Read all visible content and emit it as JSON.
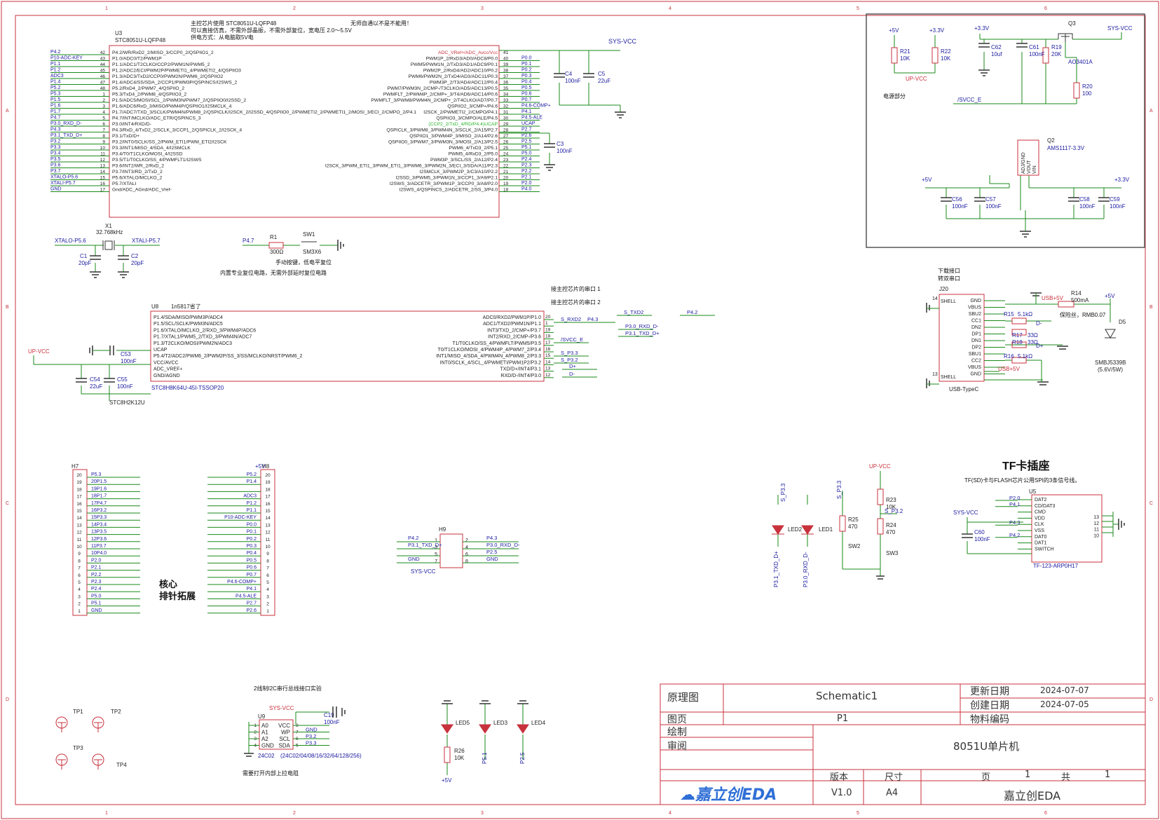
{
  "frame": {
    "col_labels": [
      "1",
      "2",
      "3",
      "4",
      "5",
      "6"
    ],
    "row_labels": [
      "A",
      "B",
      "C",
      "D"
    ]
  },
  "mcu": {
    "ref": "U3",
    "part": "STC8051U-LQFP48",
    "note_lines": [
      "主控芯片使用 STC8051U-LQFP48",
      "可以直接仿真，不需外部晶振，不需外部复位，宽电压 2.0～5.5V",
      "供电方式：从电脑取5V电"
    ],
    "note_warn": "无师自通以不是不能用！",
    "left_nets": [
      "P4.2",
      "P10-ADC-KEY",
      "P1.1",
      "P1.2",
      "ADC3",
      "P1.4",
      "P5.2",
      "P5.3",
      "P1.5",
      "P1.6",
      "P1.7",
      "P4.7",
      "P3.0_RXD_D-",
      "P4.3",
      "P3.1_TXD_D+",
      "P3.2",
      "P3.3",
      "P3.4",
      "P3.5",
      "P3.6",
      "P3.7",
      "XTALO-P5.6",
      "XTALI-P5.7",
      "GND"
    ],
    "left_pins": [
      "42",
      "43",
      "44",
      "45",
      "46",
      "47",
      "48",
      "1",
      "2",
      "3",
      "4",
      "5",
      "6",
      "7",
      "8",
      "9",
      "10",
      "11",
      "12",
      "13",
      "14",
      "15",
      "16",
      "17"
    ],
    "left_funcs": [
      "P4.2/WR/RxD2_2/MISO_3/CCP0_2/QSPIIO1_2",
      "P1.0/ADC0/T2/PWM1P",
      "P1.1/ADC1/T2CLKO/CCP2/PWM1N/PWM5_2",
      "P1.2/ADC2/ECI/PWM2P/PWMETI1_4/PWMETI2_4/QSPIIO3",
      "P1.3/ADC3/TxD2/CCP0/PWM2N/PWM6_2/QSPIIO2",
      "P1.4/ADC4/SS/SDA_2/CCP1/PWM3P/QSPINCS/I2SWS_2",
      "P5.2/RxD4_2/PWM7_4/QSPIIO_2",
      "P5.3/TxD4_2/PWM8_4/QSPIIO3_2",
      "P1.5/ADC5/MOSI/SCL_2/PWM3N/PWM7_2/QSPIIO0/I2SSD_2",
      "P1.6/ADC6/RxD_3/MISO/PWM4P/QSPIIO1/I2SMCLK_4",
      "P1.7/ADC7/TXD_3/SCLK/PWM4N/PWM8_2/QSPICLK/I2SCK_2/I2SSD_4/QSPIIO0_2/PWMETI2_2/PWMETI1_2/MOSI_3/ECI_2/CMPO_2/P4.1",
      "P4.7/INT/MCLKO/ADC_ETR/QSPINCS_3",
      "P3.0/INT4/RXD/D-",
      "P4.3/RxD_4/TxD2_2/SCLK_3/CCP1_2/QSPICLK_2/I2SCK_4",
      "P3.1/TxD/D+",
      "P3.2/INT0/SCLK/SS_2/PWM_ETI1/PWM_ETI2/I2SCK",
      "P3.3/INT1/MISO_4/SDA_4/I2SMCLK",
      "P3.4/T0/T1CLKO/MOSI_4/I2SSD",
      "P3.5/T1/T0CLKO/SS_4/PWMFLT1/I2SWS",
      "P3.6/INT2/WR_2/RxD_2",
      "P3.7/INT3/RD_2/TxD_2",
      "P5.6/XTALO/MCLKO_2",
      "P5.7/XTALI",
      "Gnd/ADC_AGnd/ADC_Vref-"
    ],
    "right_pins": [
      "41",
      "40",
      "39",
      "38",
      "37",
      "36",
      "35",
      "34",
      "33",
      "32",
      "31",
      "30",
      "29",
      "28",
      "27",
      "26",
      "25",
      "24",
      "23",
      "22",
      "21",
      "20",
      "19",
      "18"
    ],
    "right_nets": [
      "",
      "P0.0",
      "P0.1",
      "P0.2",
      "P0.3",
      "P0.4",
      "P0.5",
      "P0.6",
      "P0.7",
      "P4.6-COMP+",
      "P4.1",
      "P4.5-ALE",
      "UCAP",
      "P2.7",
      "P2.6",
      "P2.5",
      "P5.1",
      "P5.0",
      "P2.4",
      "P2.3",
      "P2.2",
      "P2.1",
      "P2.0",
      "P4.0"
    ],
    "right_funcs": [
      "ADC_VRef+/ADC_Avcc/Vcc",
      "PWM1P_2/RxD3/AD0/ADC8/P0.0",
      "PWM5/PWM1N_2/TxD3/AD1/ADC9/P0.1",
      "PWM2P_2/RxD4/AD2/ADC10/P0.2",
      "PWM6/PWM2N_2/TxD4/AD3/ADC11/P0.3",
      "PWM3P_2/T3/AD4/ADC12/P0.4",
      "PWM7/PWM3N_2/CMP-/T3CLKO/AD5/ADC13/P0.5",
      "PWMFLT_2/PWM4P_2/CMP+_3/T4/AD6/ADC14/P0.6",
      "PWMFLT_3/PWM8/PWM4N_2/CMP+_2/T4CLKO/AD7/P0.7",
      "QSPIIO2_3/CMP+/P4.6",
      "I2SCK_2/PWMETI2_2/CMPO/P4.1",
      "QSPIIO3_3/CMPO/ALE/P4.5",
      "(CCP2_2/TxD_4/RD/P4.4)UCAP",
      "QSPICLK_3/PWM8_3/PWM4N_3/SCLK_2/A15/P2.7",
      "QSPIIO1_3/PWM4P_3/MISO_2/A14/P2.6",
      "QSPIIO0_3/PWM7_3/PWM3N_3/MOSI_2/A13/P2.5",
      "PWM6_4/TxD3_2/P5.1",
      "PWM5_4/RxD3_2/P5.0",
      "PWM3P_3/SCL/SS_2/A12/P2.4",
      "I2SCK_3/PWM_ETI1_3/PWM_ETI1_3/PWM6_3/PWM2N_3/ECI_3/SDA/A11/P2.3",
      "I2SMCLK_3/PWM2P_3/C3/A10/P2.2",
      "I2SSD_3/PWM5_3/PWM1N_3/CCP1_3/A9/P2.1",
      "I2SWS_3/ADCETR_3/PWM1P_3/CCP0_3/A8/P2.0",
      "I2SWS_4/QSPINCS_2/ADCETR_2/SS_3/P4.0"
    ],
    "sysvcc": "SYS-VCC",
    "c4": [
      "C4",
      "100nF"
    ],
    "c5": [
      "C5",
      "22uF"
    ],
    "c3": [
      "C3",
      "100nF"
    ]
  },
  "crystal": {
    "ref": "X1",
    "val": "32.768kHz",
    "left": "XTALO-P5.6",
    "right": "XTALI-P5.7",
    "c1": [
      "C1",
      "20pF"
    ],
    "c2": [
      "C2",
      "20pF"
    ]
  },
  "reset": {
    "net": "P4.7",
    "r": [
      "R1",
      "300Ω"
    ],
    "sw": [
      "SW1",
      "SM3X6"
    ],
    "note1": "手动按键，低电平复位",
    "note2": "内置专业复位电路，无需外部延时复位电路"
  },
  "usb_mcu": {
    "ref": "U8",
    "part": "STC8H8K64U-45I-TSSOP20",
    "label": "STC8H2K12U",
    "note": "1n5817省了",
    "left_funcs": [
      "P1.4/SDA/MISO/PWM3P/ADC4",
      "P1.5/SCL/SCLK/PWM3N/ADC5",
      "P1.6/XTALO/MCLKO_2/RXD_3/PWM4P/ADC6",
      "P1.7/XTAL1/PWM5_2/TXD_3/PWM4N/ADC7",
      "P1.3/T2CLKO/MOSI/PWM2N/ADC3",
      "UCAP",
      "P5.4/T2/ADC2/PWM6_2/PWM2P/SS_3/SS/MCLKO/NRST/PWM6_2",
      "VCC/AVCC",
      "ADC_VREF+",
      "GND/AGND"
    ],
    "right_funcs": [
      "ADC0/RXD2/PWM1P/P1.0",
      "ADC1/TXD2/PWM1N/P1.1",
      "INT3/TXD_2/CMP+/P3.7",
      "INT2/RXD_2/CMP-/P3.6",
      "T1/T0CLKO/SS_4/PWMFLT/PWM5/P3.5",
      "T0/T1CLKO/MOSI_4/PWM4P_4/PWM7_2/P3.4",
      "INT1/MISO_4/SDA_4/PWM4N_4/PWM8_2/P3.3",
      "INT0/SCLK_4/SCL_4/PWMETI/PWM1P2/P3.2",
      "TXD/D+/INT4/P3.1",
      "RXD/D-/INT4/P3.0"
    ],
    "right_pins": [
      "20",
      "1",
      "19",
      "18",
      "17",
      "16",
      "15",
      "14",
      "13",
      "12",
      "11"
    ],
    "nets_right": [
      "S_RXD2",
      "P4.3",
      "S_TXD2",
      "P4.2",
      "P3.0_RXD_D-",
      "P3.1_TXD_D+",
      "/SVCC_E",
      "S_P3.3",
      "S_P3.2",
      "D+",
      "D-"
    ],
    "note_a": "接主控芯片的串口 1",
    "note_b": "接主控芯片的串口 2",
    "upvcc": "UP-VCC",
    "c53": [
      "C53",
      "100nF"
    ],
    "c54": [
      "C54",
      "22uF"
    ],
    "c55": [
      "C55",
      "100nF"
    ]
  },
  "power": {
    "title": "电源部分",
    "p5v": "+5V",
    "p33v": "+3.3V",
    "upvcc": "UP-VCC",
    "svcce": "/SVCC_E",
    "sysvcc": "SYS-VCC",
    "r21": [
      "R21",
      "10K"
    ],
    "r22": [
      "R22",
      "10K"
    ],
    "c62": [
      "C62",
      "10uf"
    ],
    "c61": [
      "C61",
      "100nF"
    ],
    "r19": [
      "R19",
      "20K"
    ],
    "q3": [
      "Q3",
      "AO3401A"
    ],
    "r20": [
      "R20",
      "100"
    ],
    "q2": [
      "Q2",
      "AMS1117-3.3V"
    ],
    "c56": [
      "C56",
      "100nF"
    ],
    "c57": [
      "C57",
      "100nF"
    ],
    "c58": [
      "C58",
      "100nF"
    ],
    "c59": [
      "C59",
      "100nF"
    ],
    "q2_pins": [
      "ADJ/GND",
      "VOUT",
      "VIN"
    ]
  },
  "usbc": {
    "title1": "下载接口",
    "title2": "转双串口",
    "ref": "J20",
    "part": "USB-TypeC",
    "pins_l": [
      "SHELL",
      "",
      "",
      "",
      "",
      "",
      "",
      "",
      "",
      "",
      "",
      "",
      "SHELL"
    ],
    "pins": [
      "GND",
      "VBUS",
      "SBU2",
      "CC1",
      "DN2",
      "DP1",
      "DN1",
      "DP2",
      "SBU1",
      "CC2",
      "VBUS",
      "GND"
    ],
    "usb5v": "USB+5V",
    "r14": [
      "R14",
      "500mA"
    ],
    "fuse": "保险丝，RMB0.07",
    "p5v": "+5V",
    "r15": [
      "R15",
      "5.1kΩ"
    ],
    "r17": [
      "R17",
      "33Ω"
    ],
    "r18": [
      "R18",
      "33Ω"
    ],
    "r16": [
      "R16",
      "5.1kΩ"
    ],
    "d5": [
      "D5",
      "SMBJ5339B",
      "(5.6V/5W)"
    ],
    "dm": "D-",
    "dp": "D+",
    "pin_left_nums": [
      "14",
      "13"
    ]
  },
  "headers": {
    "h7": {
      "ref": "H7",
      "pins": [
        "20",
        "19",
        "18",
        "17",
        "16",
        "15",
        "14",
        "13",
        "12",
        "11",
        "10",
        "9",
        "8",
        "7",
        "6",
        "5",
        "4",
        "3",
        "2",
        "1"
      ],
      "nets": [
        "P5.3",
        "20P1.5",
        "19P1.6",
        "18P1.7",
        "17P4.7",
        "16P3.2",
        "15P3.3",
        "14P3.4",
        "13P3.5",
        "12P3.6",
        "11P3.7",
        "10P4.0",
        "P2.0",
        "P2.1",
        "P2.2",
        "P2.3",
        "P2.4",
        "P5.0",
        "P5.1",
        "GND"
      ]
    },
    "h8": {
      "ref": "H8",
      "top": "+5V",
      "pins": [
        "20",
        "19",
        "18",
        "17",
        "16",
        "15",
        "14",
        "13",
        "12",
        "11",
        "10",
        "9",
        "8",
        "7",
        "6",
        "5",
        "4",
        "3",
        "2",
        "1"
      ],
      "nets": [
        "",
        "",
        "P5.2",
        "P1.4",
        "",
        "ADC3",
        "P1.2",
        "P1.1",
        "P10-ADC-KEY",
        "P0.0",
        "P0.1",
        "P0.2",
        "P0.3",
        "P0.4",
        "P0.5",
        "P0.6",
        "P0.7",
        "P4.6-COMP+",
        "P4.1",
        "P4.5-ALE",
        "P2.7",
        "P2.6"
      ]
    },
    "label": [
      "核心",
      "排针拓展"
    ],
    "h9": {
      "ref": "H9",
      "left": [
        "P4.2",
        "P3.1_TXD_D+",
        "",
        "GND"
      ],
      "right": [
        "P4.3",
        "P3.0_RXD_D-",
        "P2.5",
        "GND"
      ],
      "lpins": [
        "1",
        "3",
        "5",
        "7"
      ],
      "rpins": [
        "2",
        "4",
        "6",
        "8"
      ],
      "vcc": "SYS-VCC"
    }
  },
  "leds_sw": {
    "upvcc": "UP-VCC",
    "sp33": "S_P3.3",
    "sp32": "S_P3.2",
    "r23": [
      "R23",
      "10K"
    ],
    "r24": [
      "R24",
      "470"
    ],
    "r25": [
      "R25",
      "470"
    ],
    "sw2": "SW2",
    "sw3": "SW3",
    "led1": "LED1",
    "led2": "LED2",
    "n1": "P3.1_TXD_D+",
    "n2": "P3.0_RXD_D-",
    "n3": "S_P3.3"
  },
  "tf": {
    "title": "TF卡插座",
    "note": "TF(SD)卡与FLASH芯片公用SPI的3条信号线。",
    "ref": "U5",
    "part": "TF-123-ARP0H17",
    "pins": [
      "DAT2",
      "CD/DAT3",
      "CMD",
      "VDD",
      "CLK",
      "VSS",
      "DAT0",
      "DAT1",
      "SWITCH"
    ],
    "nets": [
      "P2.0",
      "P4.1",
      "",
      "",
      "P4.3",
      "",
      "P4.2",
      "",
      ""
    ],
    "rpins": [
      "13",
      "12",
      "11",
      "10"
    ],
    "sysvcc": "SYS-VCC",
    "c60": [
      "C60",
      "100nF"
    ]
  },
  "i2c": {
    "note": "2线制I2C串行总线接口实验",
    "ref": "U9",
    "part": "24C02",
    "part_desc": "(24C02/04/08/16/32/64/128/256)",
    "pins_l": [
      "A0",
      "A1",
      "A2",
      "GND"
    ],
    "pins_r": [
      "VCC",
      "WP",
      "SCL",
      "SDA"
    ],
    "nets_r": [
      "SYS-VCC",
      "GND",
      "P3.2",
      "P3.3"
    ],
    "c19": [
      "C19",
      "100nF"
    ],
    "foot": "需要打开内部上拉电阻",
    "pnum_l": [
      "1",
      "2",
      "3",
      "4"
    ],
    "pnum_r": [
      "8",
      "7",
      "6",
      "5"
    ]
  },
  "leds_bottom": {
    "led5": "LED5",
    "led3": "LED3",
    "led4": "LED4",
    "r26": [
      "R26",
      "10K"
    ],
    "n_p5v": "+5V",
    "p51": "P5.1",
    "p25": "P2.5"
  },
  "testpoints": [
    "TP1",
    "TP2",
    "TP3",
    "TP4"
  ],
  "title_block": {
    "yuanlitu": "原理图",
    "schematic": "Schematic1",
    "gengxin": "更新日期",
    "gengxin_v": "2024-07-07",
    "chuangjian": "创建日期",
    "chuangjian_v": "2024-07-05",
    "yemian": "图页",
    "p1": "P1",
    "wuliao": "物料编码",
    "huizhi": "绘制",
    "shenyue": "审阅",
    "project": "8051U单片机",
    "banben": "版本",
    "chicun": "尺寸",
    "ye": "页",
    "ye_v": "1",
    "gong": "共",
    "gong_v": "1",
    "v": "V1.0",
    "a4": "A4",
    "company": "嘉立创EDA",
    "logo": "嘉立创EDA"
  }
}
